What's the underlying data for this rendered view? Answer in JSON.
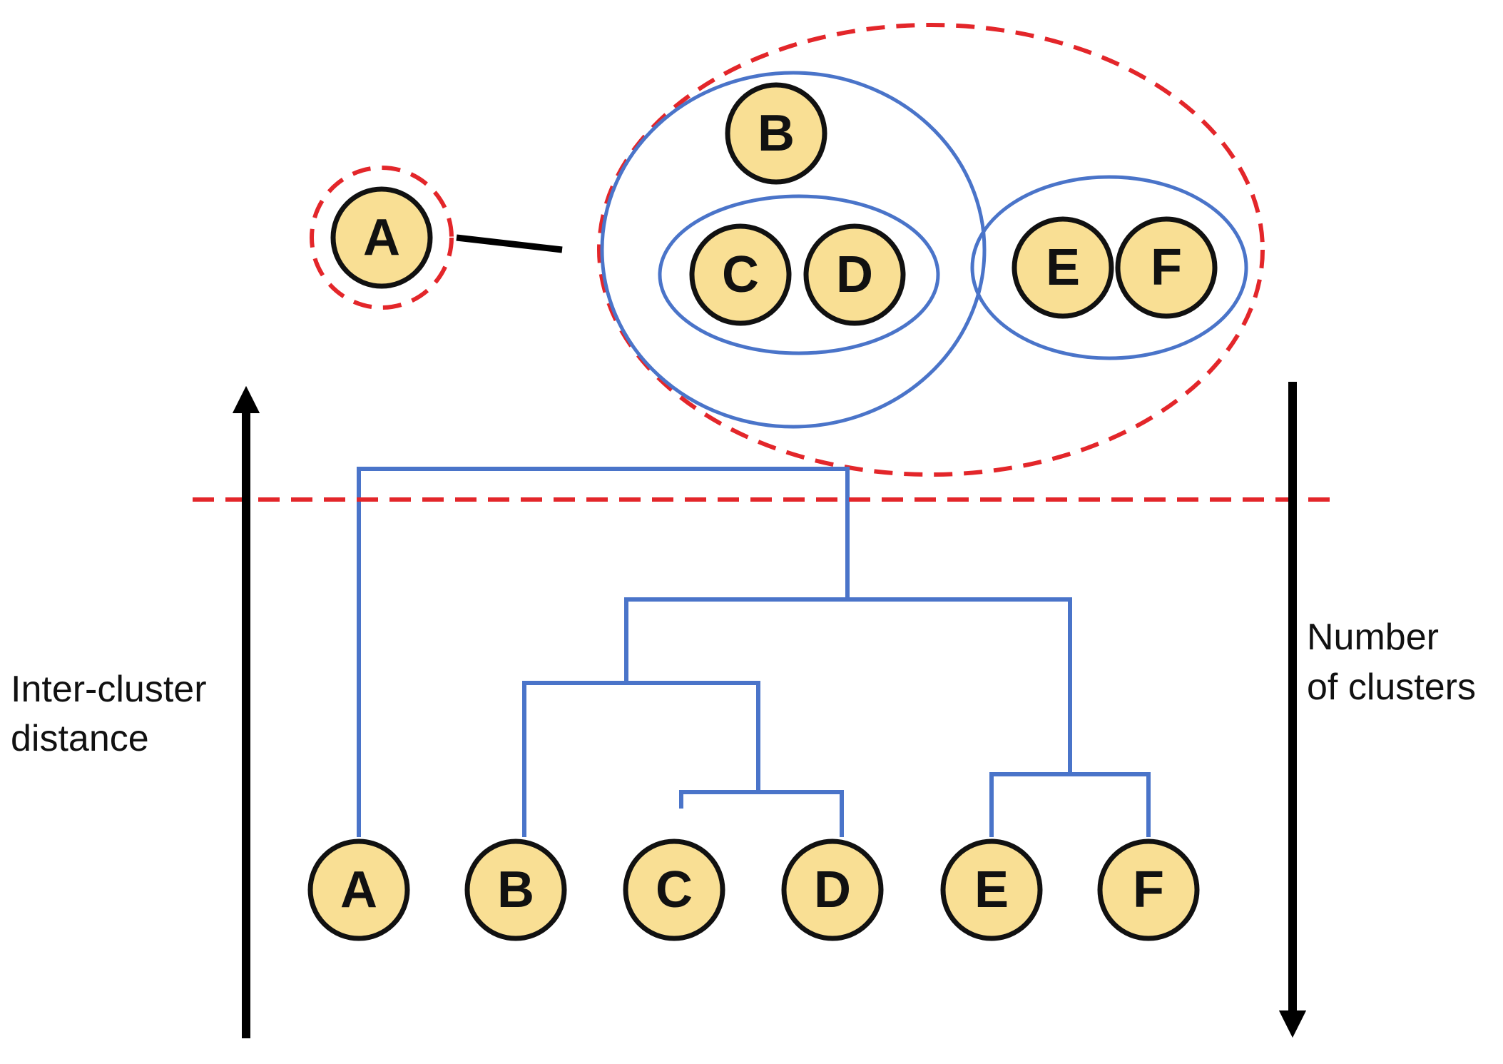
{
  "nodes": [
    "A",
    "B",
    "C",
    "D",
    "E",
    "F"
  ],
  "labels": {
    "left_axis": [
      "Inter-cluster",
      "distance"
    ],
    "right_axis": [
      "Number",
      "of clusters"
    ]
  },
  "colors": {
    "node_fill": "#f9df94",
    "cluster_line": "#4a74c9",
    "cut_line": "#e3262a",
    "arrow": "#000000"
  }
}
